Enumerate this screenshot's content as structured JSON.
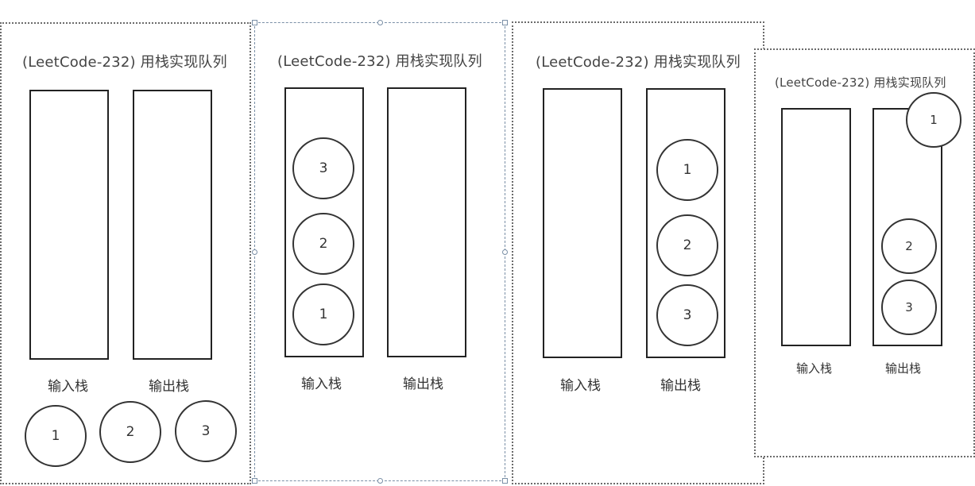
{
  "title": "(LeetCode-232) 用栈实现队列",
  "labels": {
    "input_stack": "输入栈",
    "output_stack": "输出栈"
  },
  "panels": [
    {
      "step": 1,
      "input_stack": [],
      "output_stack": [],
      "outside": [
        "1",
        "2",
        "3"
      ]
    },
    {
      "step": 2,
      "input_stack_top_to_bottom": [
        "3",
        "2",
        "1"
      ],
      "output_stack": []
    },
    {
      "step": 3,
      "input_stack": [],
      "output_stack_top_to_bottom": [
        "1",
        "2",
        "3"
      ]
    },
    {
      "step": 4,
      "input_stack": [],
      "output_stack_top_to_bottom": [
        "2",
        "3"
      ],
      "popped": "1"
    }
  ]
}
